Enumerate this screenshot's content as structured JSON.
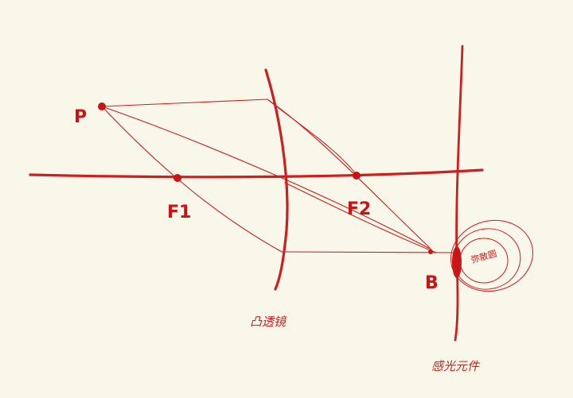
{
  "points": {
    "p": "P",
    "f1": "F1",
    "f2": "F2",
    "b": "B"
  },
  "labels": {
    "lens": "凸透镜",
    "sensor": "感光元件",
    "blur_circle": "弥散圆"
  },
  "colors": {
    "ink": "#cc1f1f",
    "paper": "#f9f6ea"
  }
}
